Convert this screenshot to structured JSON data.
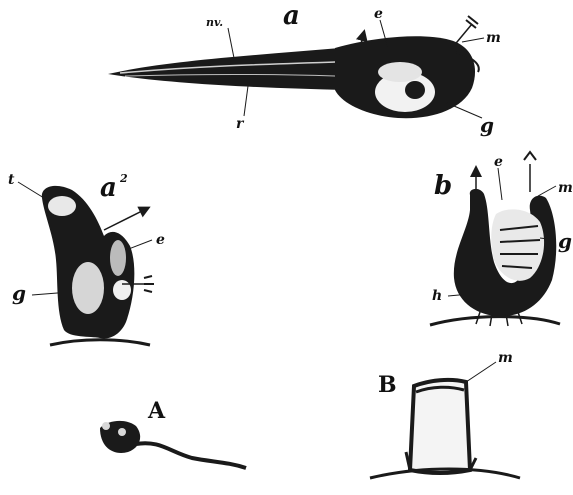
{
  "figure": {
    "labels": {
      "a": "a",
      "a2": "a",
      "a2_sup": "2",
      "b": "b",
      "A": "A",
      "B": "B",
      "nv": "nv.",
      "r": "r",
      "e": "e",
      "m": "m",
      "g": "g",
      "t": "t",
      "h": "h"
    }
  }
}
